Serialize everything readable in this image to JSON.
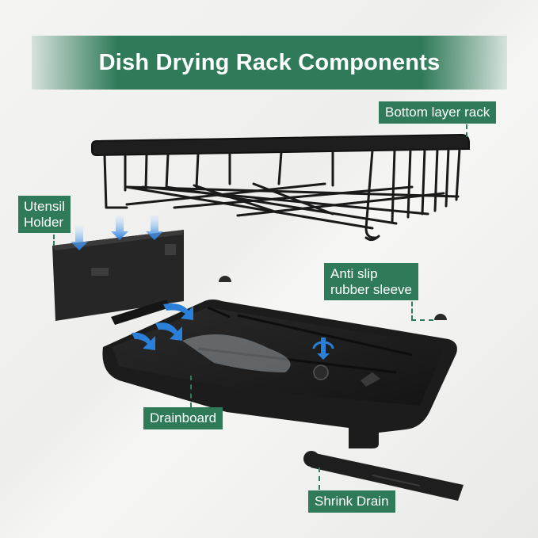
{
  "title": "Dish Drying Rack Components",
  "labels": {
    "bottom_rack": "Bottom layer rack",
    "utensil_holder_line1": "Utensil",
    "utensil_holder_line2": "Holder",
    "anti_slip_line1": "Anti slip",
    "anti_slip_line2": "rubber sleeve",
    "drainboard": "Drainboard",
    "shrink_drain": "Shrink Drain"
  },
  "colors": {
    "accent": "#2f7a58",
    "product": "#1e1e1e",
    "water_arrow": "#2a7fd8"
  }
}
